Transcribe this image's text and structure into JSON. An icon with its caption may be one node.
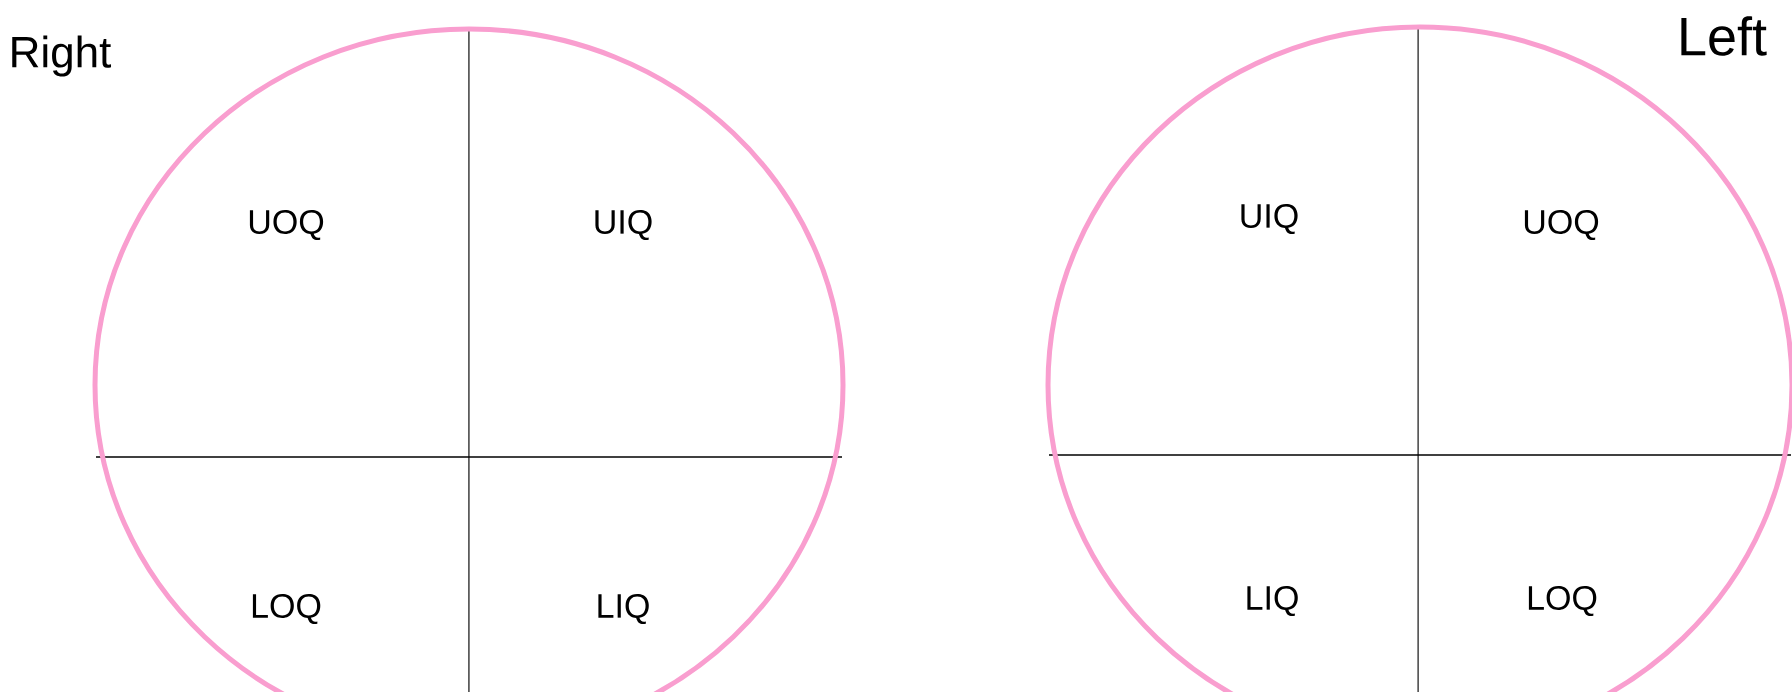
{
  "diagram": {
    "nodes": [
      {
        "text": [
          "Right"
        ]
      },
      {
        "text": [
          "UOQ"
        ],
        "in": 0
      },
      {
        "text": [
          "UIQ"
        ],
        "in": 0
      },
      {
        "text": [
          "LOQ"
        ],
        "in": 0
      },
      {
        "text": [
          "LIQ"
        ],
        "in": 0
      },
      {
        "text": [
          "Left"
        ]
      },
      {
        "text": [
          "UIQ"
        ],
        "in": 5
      },
      {
        "text": [
          "UOQ"
        ],
        "in": 5
      },
      {
        "text": [
          "LIQ"
        ],
        "in": 5
      },
      {
        "text": [
          "LOQ"
        ],
        "in": 5
      }
    ]
  }
}
